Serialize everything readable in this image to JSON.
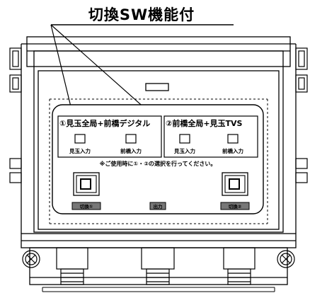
{
  "callout": {
    "title": "切換SW機能付"
  },
  "panel": {
    "left_group": {
      "title": "①見玉全局+前橋デジタル",
      "switch_labels": [
        "見玉入力",
        "前橋入力"
      ]
    },
    "right_group": {
      "title": "②前橋全局+見玉TVS",
      "switch_labels": [
        "見玉入力",
        "前橋入力"
      ]
    },
    "note": "※ご使用時に①・②の選択を行ってください。",
    "plates": [
      "切換①",
      "出力",
      "切換②"
    ]
  },
  "colors": {
    "line": "#000000",
    "plate_fill": "#777777",
    "background": "#ffffff"
  }
}
